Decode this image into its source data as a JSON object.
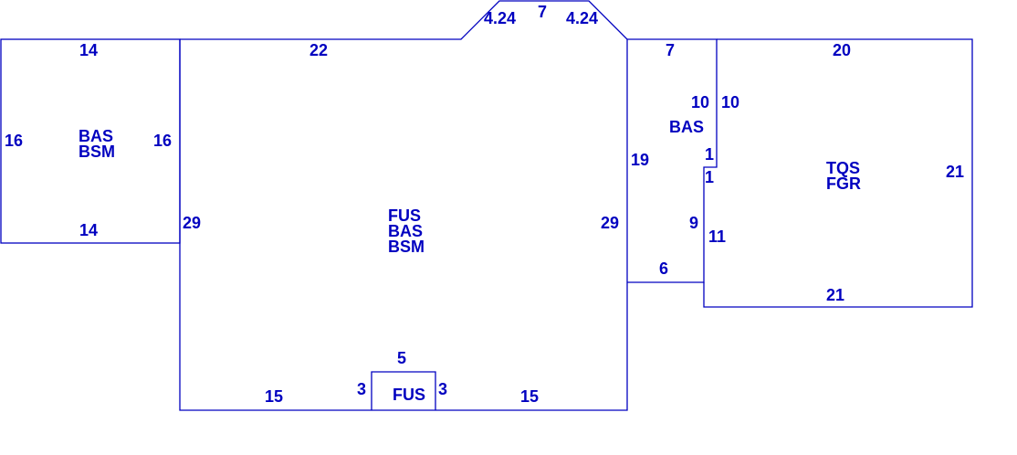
{
  "colors": {
    "line": "#0000c0",
    "background": "#ffffff"
  },
  "areas": {
    "left_wing": {
      "labels": [
        "BAS",
        "BSM"
      ]
    },
    "main_block": {
      "labels": [
        "FUS",
        "BAS",
        "BSM"
      ]
    },
    "bump_out": {
      "labels": [
        "FUS"
      ]
    },
    "middle_room": {
      "labels": [
        "BAS"
      ]
    },
    "garage": {
      "labels": [
        "TQS",
        "FGR"
      ]
    }
  },
  "dimensions": {
    "left_top": "14",
    "left_bottom": "14",
    "left_left": "16",
    "left_right": "16",
    "main_top": "22",
    "bay_left": "4.24",
    "bay_top": "7",
    "bay_right": "4.24",
    "main_left": "29",
    "main_right": "29",
    "main_bottom_left": "15",
    "main_bottom_right": "15",
    "bump_top": "5",
    "bump_left": "3",
    "bump_right": "3",
    "mid_top": "7",
    "mid_left": "19",
    "mid_inner_top": "10",
    "mid_jog": "1",
    "mid_inner_lower": "9",
    "mid_bottom": "6",
    "gar_left_top": "10",
    "gar_jog": "1",
    "gar_left_lower": "11",
    "gar_top": "20",
    "gar_right": "21",
    "gar_bottom": "21"
  }
}
